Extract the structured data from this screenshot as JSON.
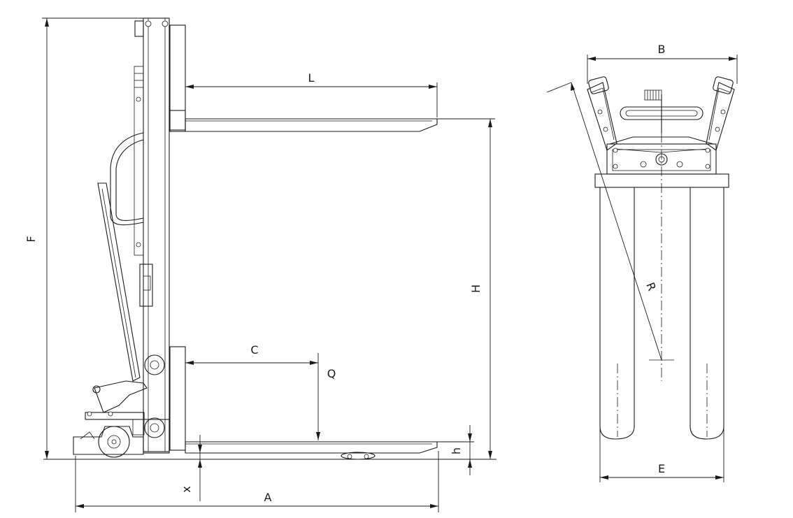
{
  "side_view": {
    "dimensions": {
      "F": "F",
      "L": "L",
      "H": "H",
      "C": "C",
      "Q": "Q",
      "h": "h",
      "x": "x",
      "A": "A"
    }
  },
  "front_view": {
    "dimensions": {
      "B": "B",
      "R": "R",
      "E": "E"
    }
  }
}
